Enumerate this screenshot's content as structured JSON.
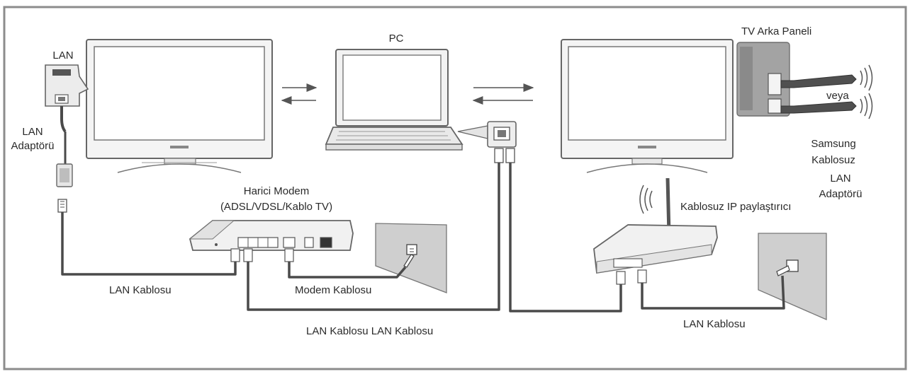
{
  "labels": {
    "lan": "LAN",
    "lan_adapter_1": "LAN",
    "lan_adapter_2": "Adaptörü",
    "pc": "PC",
    "tv_back_panel": "TV Arka Paneli",
    "or": "veya",
    "samsung_adapter_1": "Samsung",
    "samsung_adapter_2": "Kablosuz",
    "samsung_adapter_3": "LAN",
    "samsung_adapter_4": "Adaptörü",
    "external_modem_1": "Harici Modem",
    "external_modem_2": "(ADSL/VDSL/Kablo TV)",
    "wireless_ip_sharer": "Kablosuz IP paylaştırıcı",
    "lan_cable_left": "LAN Kablosu",
    "modem_cable": "Modem Kablosu",
    "lan_cable_middle": "LAN Kablosu LAN Kablosu",
    "lan_cable_right": "LAN Kablosu"
  },
  "colors": {
    "border": "#8c8c8c",
    "device_fill": "#f2f2f2",
    "device_stroke": "#6a6a6a",
    "cable": "#4a4a4a",
    "wall": "#c9c9c9",
    "panel": "#9a9a9a"
  },
  "icons": {
    "tv_left": "tv-icon",
    "tv_right": "tv-icon",
    "laptop": "laptop-icon",
    "modem": "modem-icon",
    "router": "router-icon",
    "lan_adapter": "lan-adapter-icon",
    "wall_socket": "wall-socket-icon",
    "wifi_signal": "wifi-signal-icon",
    "usb_dongle": "usb-dongle-icon"
  }
}
